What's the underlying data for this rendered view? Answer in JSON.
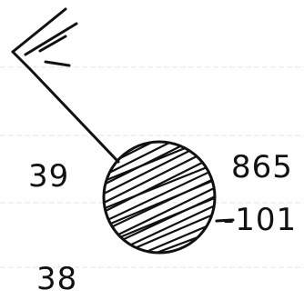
{
  "labels": {
    "left_upper": "39",
    "left_lower": "38",
    "right_upper": "865",
    "right_lower": "-101"
  },
  "colors": {
    "ink": "#111111",
    "paper": "#ffffff",
    "rule_line": "#e6e6e6"
  }
}
